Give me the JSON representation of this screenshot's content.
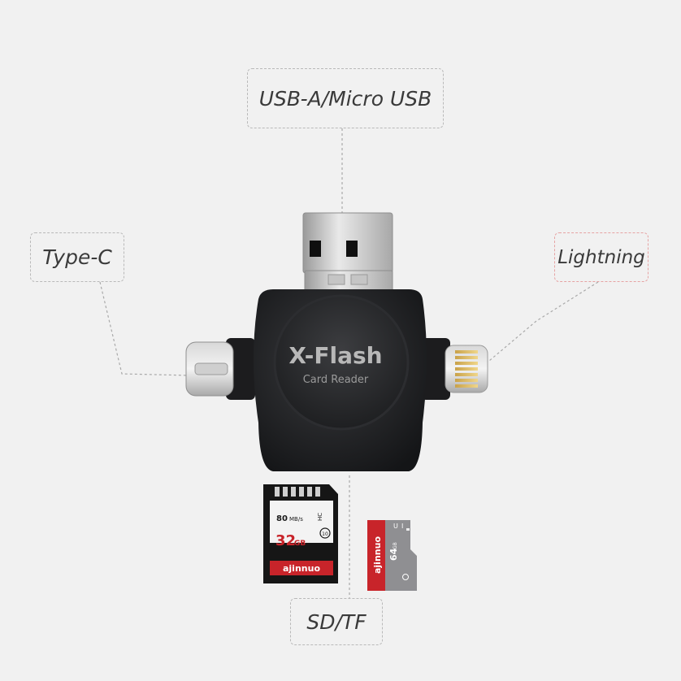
{
  "labels": {
    "usb": "USB-A/Micro USB",
    "type_c": "Type-C",
    "lightning": "Lightning",
    "sd_tf": "SD/TF"
  },
  "device": {
    "brand": "X-Flash",
    "subtitle": "Card Reader"
  },
  "sd_card": {
    "speed": "80",
    "speed_unit": "MB/s",
    "class_mark": "10",
    "standard": "HC",
    "capacity": "32",
    "capacity_unit": "GB",
    "brand": "ajinnuo"
  },
  "tf_card": {
    "brand": "ajinnuo",
    "capacity": "64",
    "capacity_unit": "GB",
    "standard": "U",
    "class_mark": "I"
  },
  "colors": {
    "background": "#f1f1f1",
    "device_body": "#1e1f21",
    "card_red": "#c8242a",
    "lightning_label_border": "#e6a3a3"
  }
}
